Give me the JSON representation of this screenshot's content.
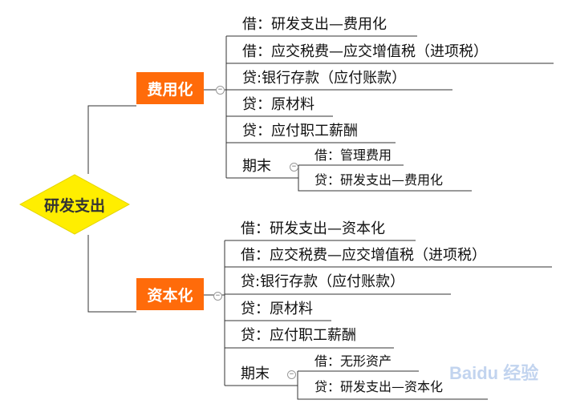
{
  "root": {
    "label": "研发支出"
  },
  "branches": [
    {
      "label": "费用化",
      "entries": [
        "借：研发支出—费用化",
        "借：应交税费—应交增值税（进项税）",
        "贷:银行存款（应付账款）",
        "贷：原材料",
        "贷：应付职工薪酬"
      ],
      "period": {
        "label": "期末",
        "entries": [
          "借：管理费用",
          "贷：研发支出—费用化"
        ]
      }
    },
    {
      "label": "资本化",
      "entries": [
        "借：研发支出—资本化",
        "借：应交税费—应交增值税（进项税）",
        "贷:银行存款（应付账款）",
        "贷：原材料",
        "贷：应付职工薪酬"
      ],
      "period": {
        "label": "期末",
        "entries": [
          "借：无形资产",
          "贷：研发支出—资本化"
        ]
      }
    }
  ],
  "toggle_symbol": "−",
  "watermark": "Baidu 经验",
  "colors": {
    "root_fill": "#ffee00",
    "branch_fill": "#ff6b0a",
    "line": "#333333"
  }
}
